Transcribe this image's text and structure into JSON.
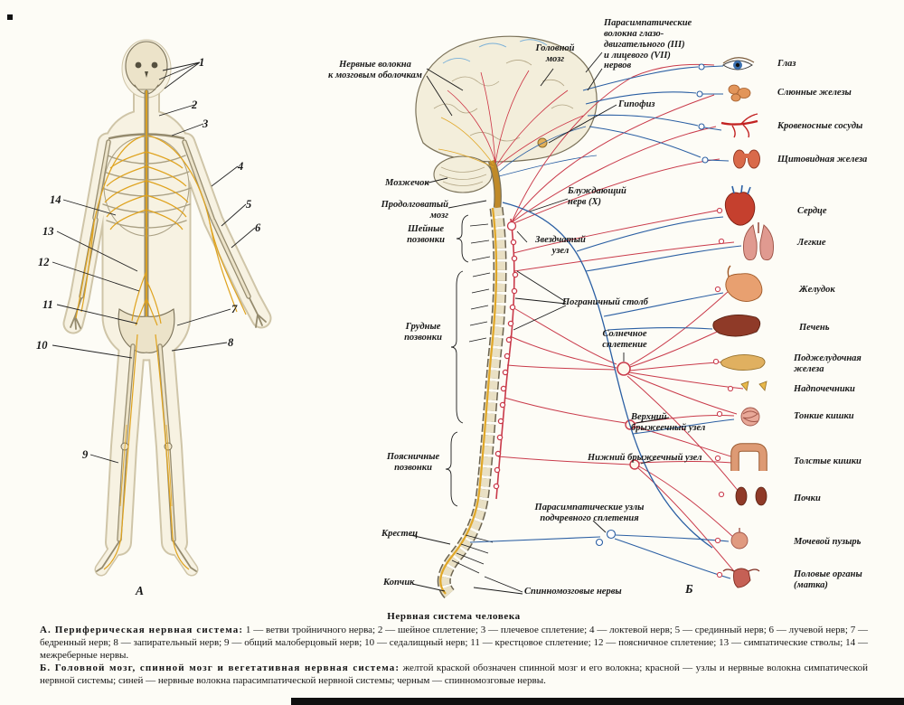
{
  "caption": {
    "title": "Нервная система человека",
    "a_lead": "А. Периферическая нервная система:",
    "a_text": "1 — ветви тройничного нерва; 2 — шейное сплетение; 3 — плечевое сплетение; 4 — локтевой нерв; 5 — срединный нерв; 6 — лучевой нерв; 7 — бедренный нерв; 8 — запирательный нерв; 9 — общий малоберцовый нерв; 10 — седалищный нерв; 11 — крестцовое сплетение; 12 — поясничное сплетение; 13 — симпатические стволы; 14 — межреберные нервы.",
    "b_lead": "Б. Головной мозг, спинной мозг и вегетативная нервная система:",
    "b_text": "желтой краской обозначен спинной мозг и его волокна; красной — узлы и нервные волокна симпатической нервной системы; синей — нервные волокна парасимпатической нервной системы; черным — спинномозговые нервы."
  },
  "part_a": {
    "letter": "А",
    "numbers": [
      "1",
      "2",
      "3",
      "4",
      "5",
      "6",
      "7",
      "8",
      "9",
      "10",
      "11",
      "12",
      "13",
      "14"
    ]
  },
  "part_b": {
    "letter": "Б",
    "labels": {
      "meninges_fibers": "Нервные волокна\nк мозговым оболочкам",
      "brain": "Головной\nмозг",
      "parasympathetic_cranial": "Парасимпатические\nволокна глазо-\nдвигательного (III)\nи лицевого (VII)\nнервов",
      "pituitary": "Гипофиз",
      "cerebellum": "Мозжечок",
      "medulla": "Продолговатый\nмозг",
      "cervical": "Шейные\nпозвонки",
      "vagus": "Блуждающий\nнерв (X)",
      "stellate": "Звездчатый\nузел",
      "border_trunk": "Пограничный столб",
      "thoracic": "Грудные\nпозвонки",
      "solar_plexus": "Солнечное\nсплетение",
      "superior_mesenteric": "Верхний\nбрыжеечный узел",
      "inferior_mesenteric": "Нижний брыжеечный узел",
      "lumbar": "Поясничные\nпозвонки",
      "hypogastric": "Парасимпатические узлы\nподчревного сплетения",
      "sacrum": "Крестец",
      "coccyx": "Копчик",
      "spinal_nerves": "Спинномозговые нервы"
    }
  },
  "organs": {
    "eye": "Глаз",
    "salivary": "Слюнные железы",
    "vessels": "Кровеносные сосуды",
    "thyroid": "Щитовидная железа",
    "heart": "Сердце",
    "lungs": "Легкие",
    "stomach": "Желудок",
    "liver": "Печень",
    "pancreas": "Поджелудочная\nжелеза",
    "adrenals": "Надпочечники",
    "small_intestine": "Тонкие кишки",
    "large_intestine": "Толстые кишки",
    "kidneys": "Почки",
    "bladder": "Мочевой пузырь",
    "genitals": "Половые органы\n(матка)"
  },
  "colors": {
    "sympathetic_red": "#c93a4a",
    "parasympathetic_blue": "#2b5fa3",
    "spinal_cord_yellow": "#e0a728",
    "spinal_nerves_black": "#1b1b1b",
    "bone": "#ece3c9"
  }
}
